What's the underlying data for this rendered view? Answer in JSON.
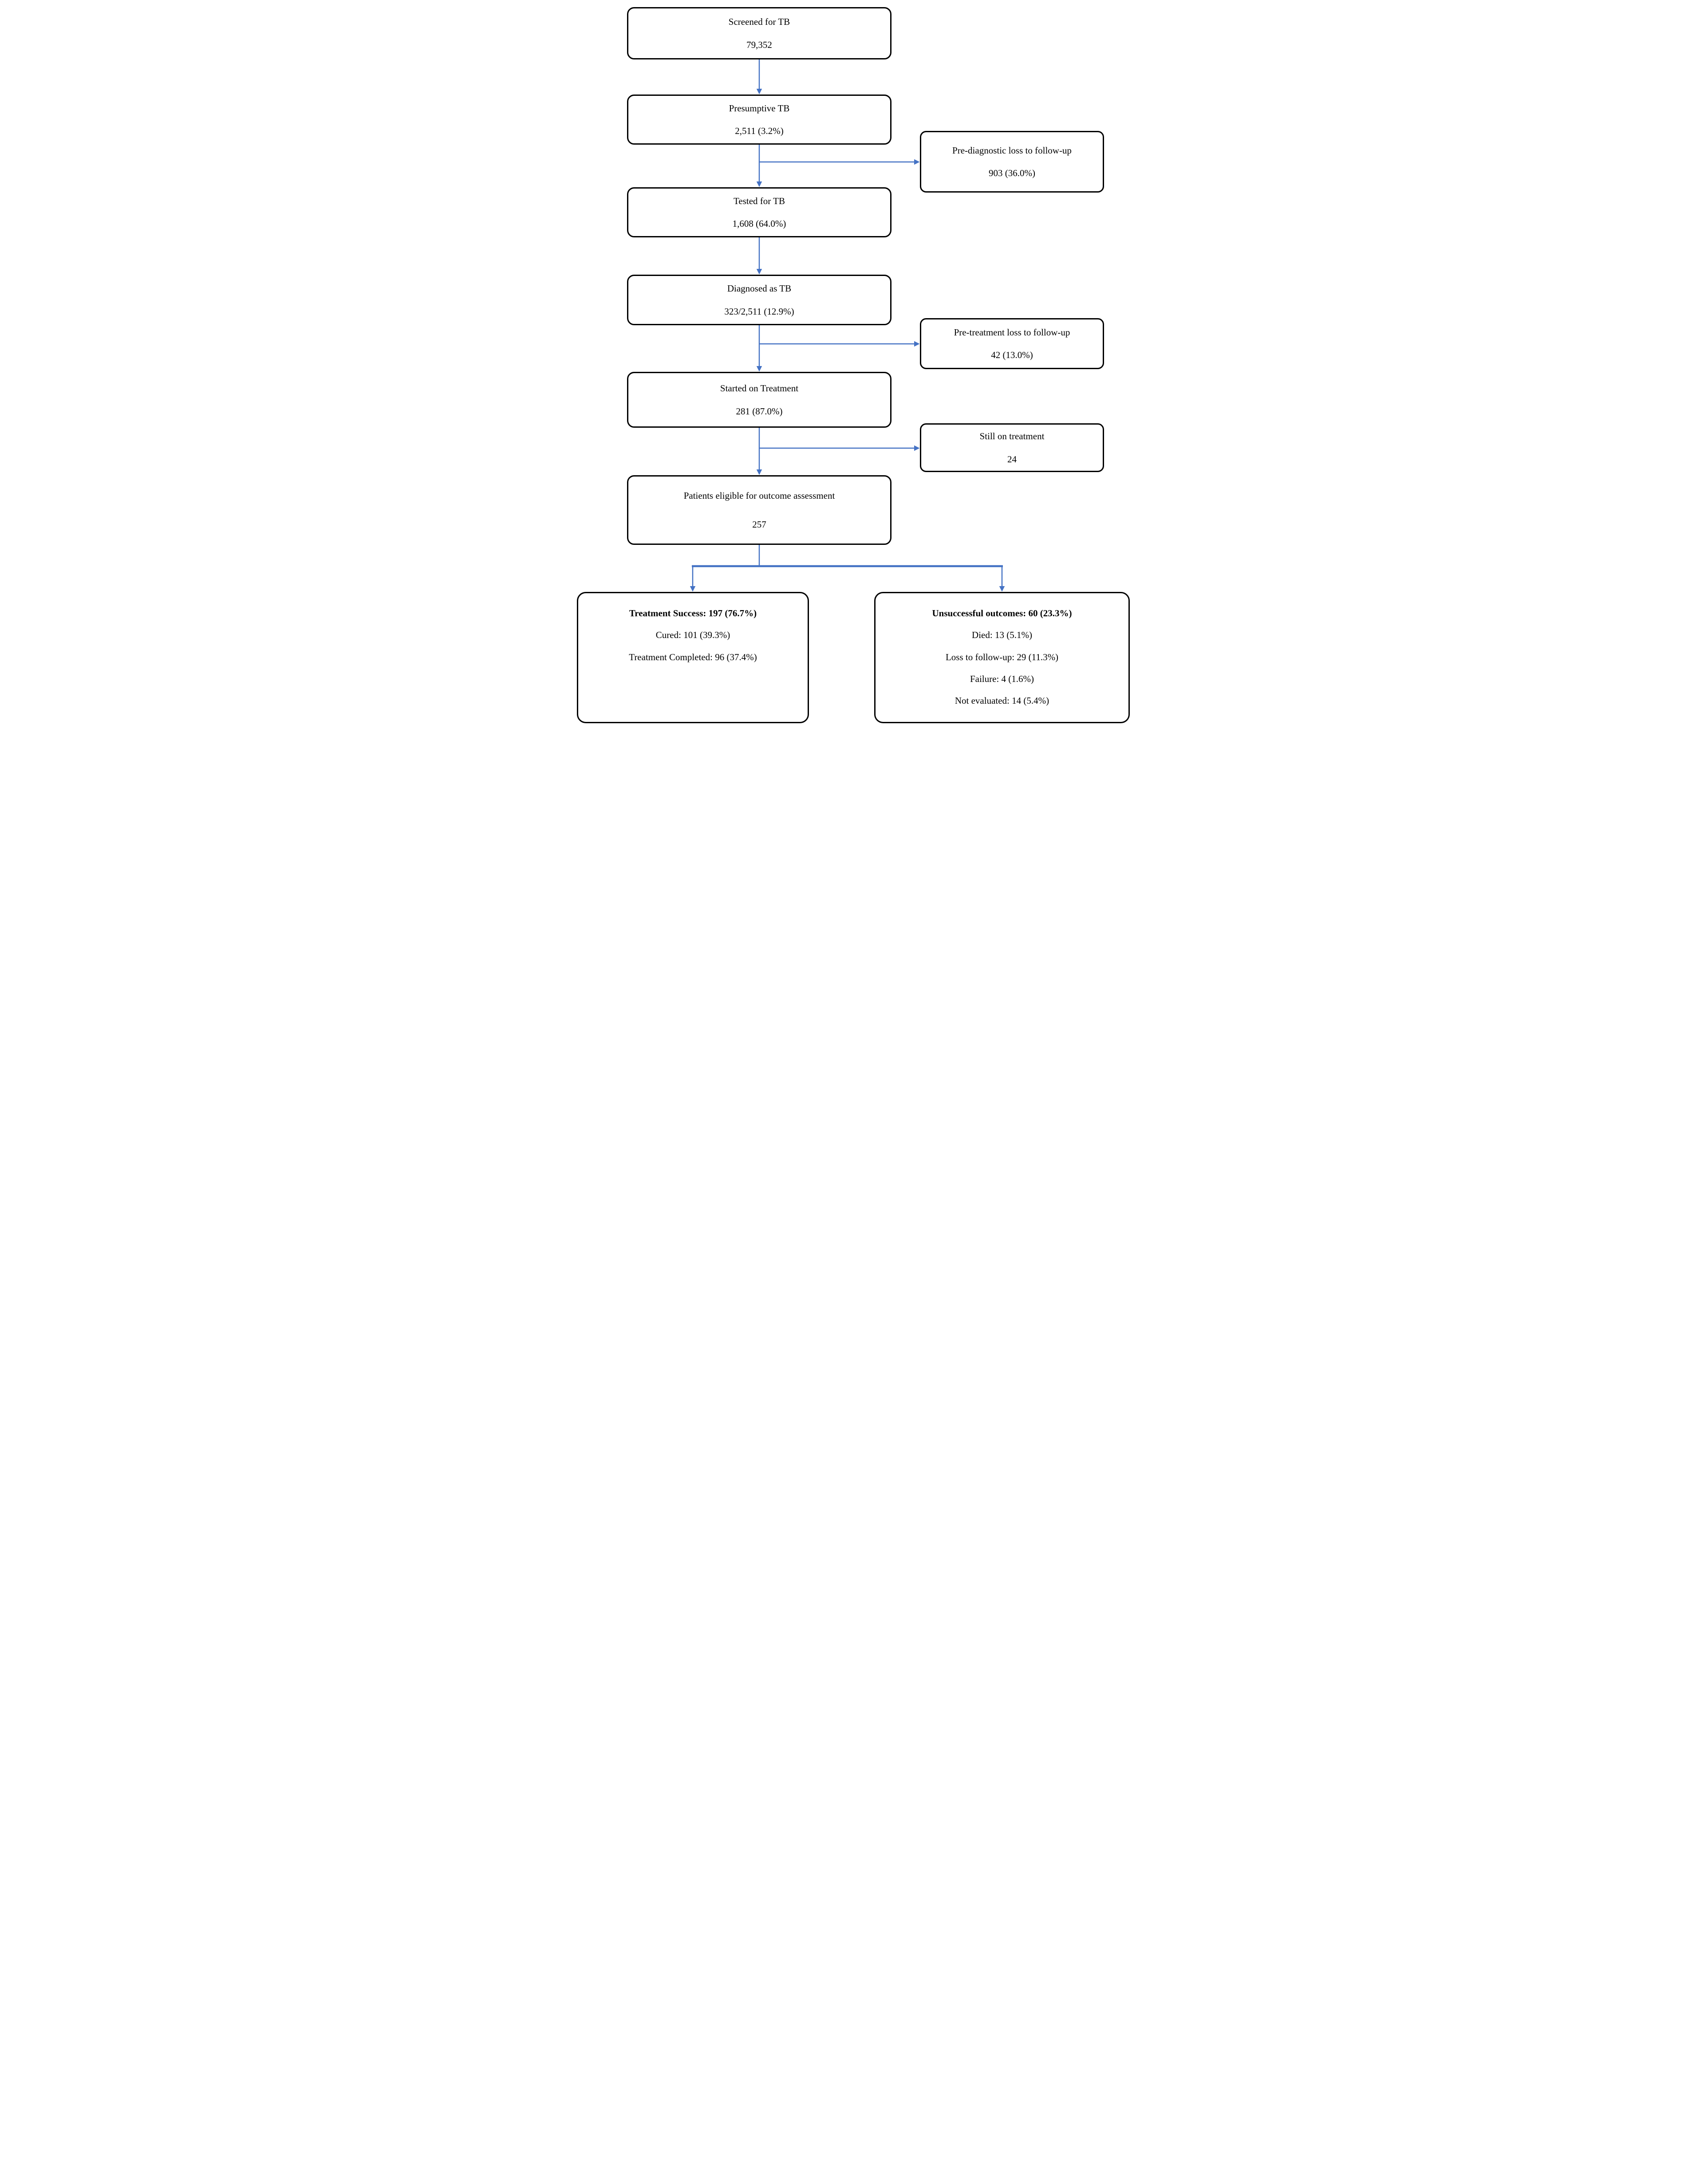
{
  "diagram": {
    "accent_color": "#4472C4",
    "box_border_color": "#000000",
    "main_boxes": [
      {
        "id": "screened",
        "label": "Screened for TB",
        "value": "79,352"
      },
      {
        "id": "presumptive",
        "label": "Presumptive TB",
        "value": "2,511 (3.2%)"
      },
      {
        "id": "tested",
        "label": "Tested for TB",
        "value": "1,608 (64.0%)"
      },
      {
        "id": "diagnosed",
        "label": "Diagnosed as TB",
        "value": "323/2,511 (12.9%)"
      },
      {
        "id": "started",
        "label": "Started on Treatment",
        "value": "281 (87.0%)"
      },
      {
        "id": "eligible",
        "label": "Patients eligible for outcome assessment",
        "value": "257"
      }
    ],
    "side_boxes": [
      {
        "id": "prediagnostic-ltfu",
        "label": "Pre-diagnostic loss to follow-up",
        "value": "903 (36.0%)"
      },
      {
        "id": "pretreatment-ltfu",
        "label": "Pre-treatment loss to follow-up",
        "value": "42 (13.0%)"
      },
      {
        "id": "still-on-treatment",
        "label": "Still on treatment",
        "value": "24"
      }
    ],
    "outcome_boxes": [
      {
        "id": "treatment-success",
        "header": "Treatment Success: 197 (76.7%)",
        "lines": [
          "Cured: 101 (39.3%)",
          "Treatment Completed: 96 (37.4%)"
        ]
      },
      {
        "id": "unsuccessful-outcomes",
        "header": "Unsuccessful outcomes: 60 (23.3%)",
        "lines": [
          "Died: 13 (5.1%)",
          "Loss to follow-up: 29 (11.3%)",
          "Failure: 4 (1.6%)",
          "Not evaluated: 14 (5.4%)"
        ]
      }
    ],
    "connections": [
      {
        "from": "screened",
        "to": "presumptive"
      },
      {
        "from": "presumptive",
        "to": "tested"
      },
      {
        "from": "presumptive",
        "to": "prediagnostic-ltfu"
      },
      {
        "from": "tested",
        "to": "diagnosed"
      },
      {
        "from": "diagnosed",
        "to": "started"
      },
      {
        "from": "diagnosed",
        "to": "pretreatment-ltfu"
      },
      {
        "from": "started",
        "to": "eligible"
      },
      {
        "from": "started",
        "to": "still-on-treatment"
      },
      {
        "from": "eligible",
        "to": "treatment-success"
      },
      {
        "from": "eligible",
        "to": "unsuccessful-outcomes"
      }
    ]
  }
}
